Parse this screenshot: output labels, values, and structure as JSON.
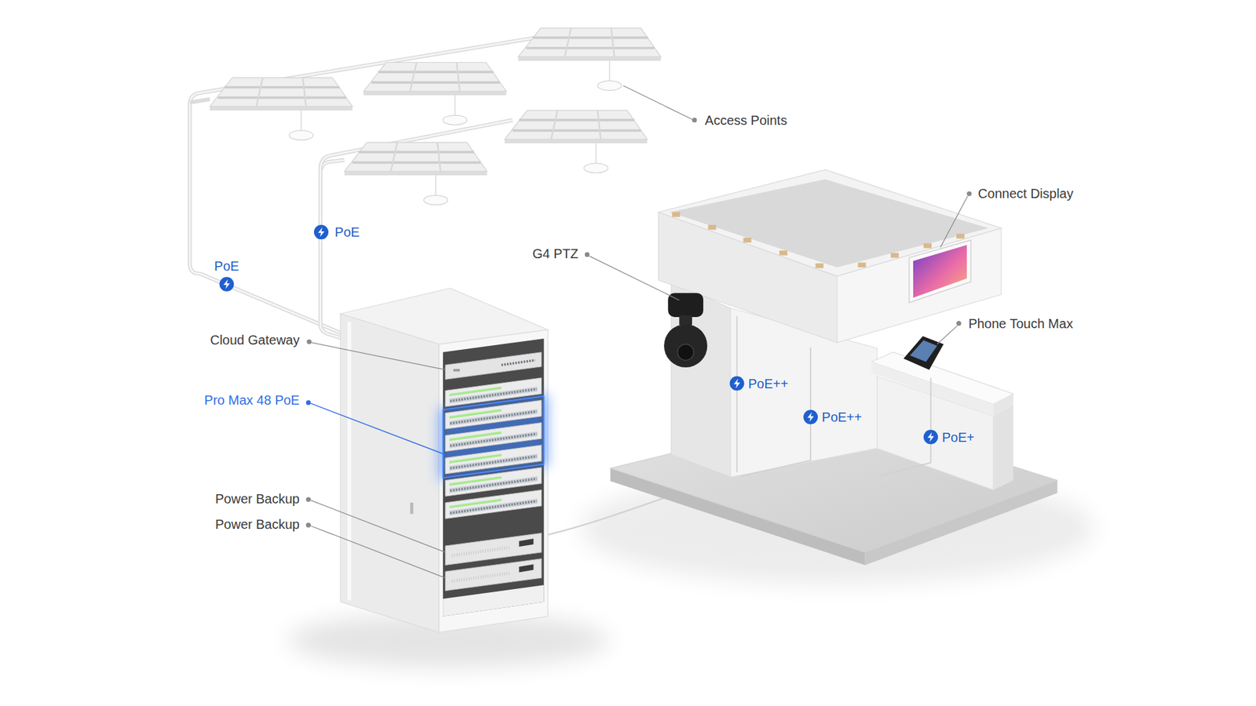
{
  "diagram": {
    "labels": [
      "Access Points",
      "Connect Display",
      "G4 PTZ",
      "PoE",
      "PoE",
      "Phone Touch Max",
      "Cloud Gateway",
      "PoE++",
      "Pro Max 48 PoE",
      "PoE++",
      "PoE+",
      "Power Backup",
      "Power Backup"
    ]
  }
}
